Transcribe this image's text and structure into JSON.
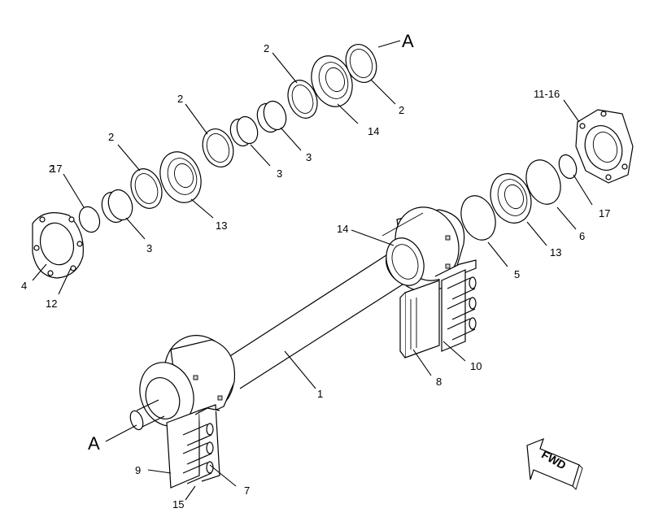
{
  "callouts": [
    {
      "id": "c-2a",
      "text": "2"
    },
    {
      "id": "c-2b",
      "text": "2"
    },
    {
      "id": "c-2c",
      "text": "2"
    },
    {
      "id": "c-2d",
      "text": "2"
    },
    {
      "id": "c-2e",
      "text": "2"
    },
    {
      "id": "c-3a",
      "text": "3"
    },
    {
      "id": "c-3b",
      "text": "3"
    },
    {
      "id": "c-3c",
      "text": "3"
    },
    {
      "id": "c-13a",
      "text": "13"
    },
    {
      "id": "c-13b",
      "text": "13"
    },
    {
      "id": "c-14a",
      "text": "14"
    },
    {
      "id": "c-14b",
      "text": "14"
    },
    {
      "id": "c-17a",
      "text": "17"
    },
    {
      "id": "c-17b",
      "text": "17"
    },
    {
      "id": "c-11-16",
      "text": "11-16"
    },
    {
      "id": "c-6",
      "text": "6"
    },
    {
      "id": "c-5",
      "text": "5"
    },
    {
      "id": "c-4",
      "text": "4"
    },
    {
      "id": "c-12",
      "text": "12"
    },
    {
      "id": "c-1",
      "text": "1"
    },
    {
      "id": "c-8",
      "text": "8"
    },
    {
      "id": "c-10",
      "text": "10"
    },
    {
      "id": "c-9",
      "text": "9"
    },
    {
      "id": "c-7",
      "text": "7"
    },
    {
      "id": "c-15",
      "text": "15"
    }
  ],
  "view_markers": {
    "top": "A",
    "bottom": "A"
  },
  "direction_arrow": {
    "label": "FWD"
  },
  "colors": {
    "line": "#000000",
    "background": "#ffffff",
    "shade": "#cfcfcf"
  }
}
